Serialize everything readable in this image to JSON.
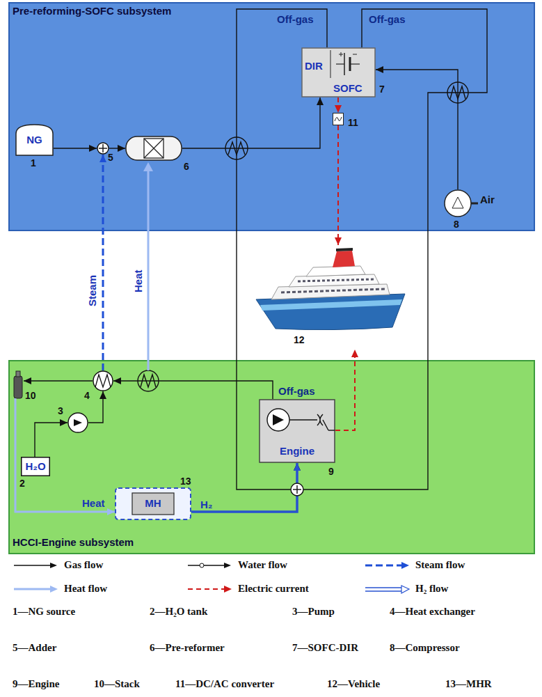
{
  "diagram": {
    "nodes": [
      {
        "text": [
          "Pre-reforming-SOFC subsystem"
        ]
      },
      {
        "text": [
          "NG",
          "1"
        ],
        "in": 0
      },
      {
        "text": [
          "5"
        ],
        "in": 0
      },
      {
        "text": [
          "6"
        ],
        "in": 0
      },
      {
        "text": [
          "DIR",
          "SOFC",
          "7"
        ],
        "in": 0
      },
      {
        "text": [
          "11"
        ],
        "in": 0
      },
      {
        "text": [
          "Air",
          "8"
        ],
        "in": 0
      },
      {
        "text": [
          "12"
        ]
      },
      {
        "text": [
          "HCCI-Engine subsystem"
        ]
      },
      {
        "text": [
          "10"
        ],
        "in": 8
      },
      {
        "text": [
          "4"
        ],
        "in": 8
      },
      {
        "text": [
          "3"
        ],
        "in": 8
      },
      {
        "text": [
          "H₂O",
          "2"
        ],
        "in": 8
      },
      {
        "text": [
          "MH",
          "13"
        ],
        "in": 8
      },
      {
        "text": [
          "Engine",
          "9"
        ],
        "in": 8
      }
    ],
    "edges": [
      {
        "from": 1,
        "to": 2,
        "arrow": "to"
      },
      {
        "from": 10,
        "to": 2,
        "label": "Steam",
        "arrow": "to"
      },
      {
        "from": 2,
        "to": 3,
        "arrow": "to"
      },
      {
        "from": 3,
        "to": 4,
        "arrow": "to"
      },
      {
        "from": 6,
        "to": 4,
        "arrow": "to"
      },
      {
        "from": 4,
        "to": 14,
        "label": "Off-gas",
        "arrow": "to"
      },
      {
        "from": 4,
        "to": 14,
        "label": "Off-gas",
        "arrow": "to"
      },
      {
        "from": 4,
        "to": 5,
        "arrow": "to"
      },
      {
        "from": 5,
        "to": 7,
        "arrow": "to"
      },
      {
        "from": 14,
        "to": 7,
        "arrow": "to"
      },
      {
        "from": 14,
        "to": 10,
        "label": "Off-gas",
        "arrow": "to"
      },
      {
        "from": 10,
        "to": 9,
        "arrow": "to"
      },
      {
        "from": 12,
        "to": 11,
        "arrow": "to"
      },
      {
        "from": 11,
        "to": 10,
        "arrow": "to"
      },
      {
        "from": 9,
        "to": 13,
        "label": "Heat",
        "arrow": "to"
      },
      {
        "from": 13,
        "to": 14,
        "label": "H₂",
        "arrow": "to"
      }
    ],
    "labels": [
      "Heat",
      "1—NG source",
      "2—H₂O tank",
      "3—Pump",
      "4—Heat exchanger",
      "5—Adder",
      "6—Pre-reformer",
      "7—SOFC-DIR",
      "8—Compressor",
      "9—Engine",
      "10—Stack",
      "11—DC/AC converter",
      "12—Vehicle",
      "13—MHR"
    ],
    "legend": [
      {
        "text": "Gas flow"
      },
      {
        "text": "Water flow"
      },
      {
        "text": "Steam flow"
      },
      {
        "text": "Heat flow"
      },
      {
        "text": "Electric current"
      },
      {
        "text": "H₂ flow"
      }
    ]
  }
}
